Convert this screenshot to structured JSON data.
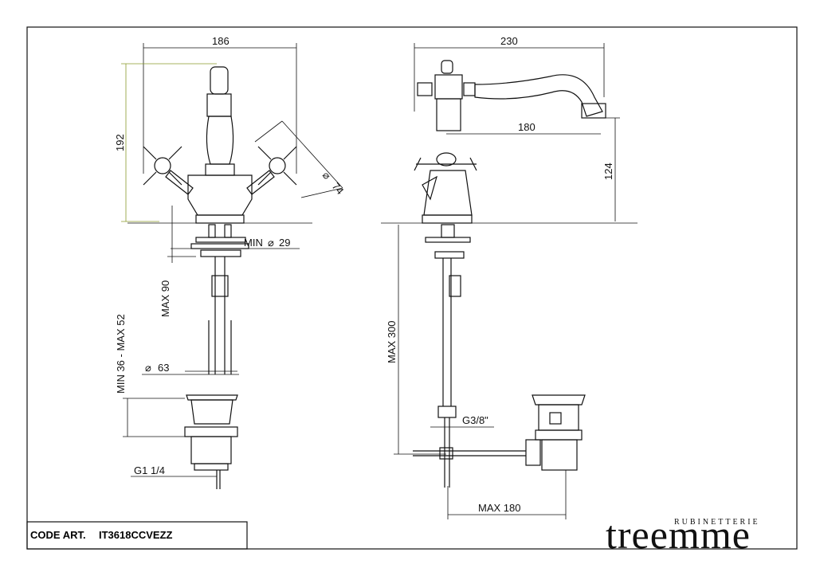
{
  "title_block": {
    "code_label": "CODE ART.",
    "code_value": "IT3618CCVEZZ"
  },
  "brand": {
    "sub": "RUBINETTERIE",
    "name": "treemme"
  },
  "front_view": {
    "width": "186",
    "height": "192",
    "handle_diameter": "74",
    "hole_min": "MIN",
    "hole_min_value": "29",
    "max_depth": "MAX 90",
    "counter_range": "MIN 36 - MAX 52",
    "waste_diameter": "63",
    "waste_thread": "G1 1/4"
  },
  "side_view": {
    "overall_width": "230",
    "spout_reach": "180",
    "spout_height": "124",
    "max_length": "MAX 300",
    "thread": "G3/8\"",
    "max_rod": "MAX 180"
  },
  "colors": {
    "line": "#111111",
    "highlight": "#8a9a2a"
  }
}
